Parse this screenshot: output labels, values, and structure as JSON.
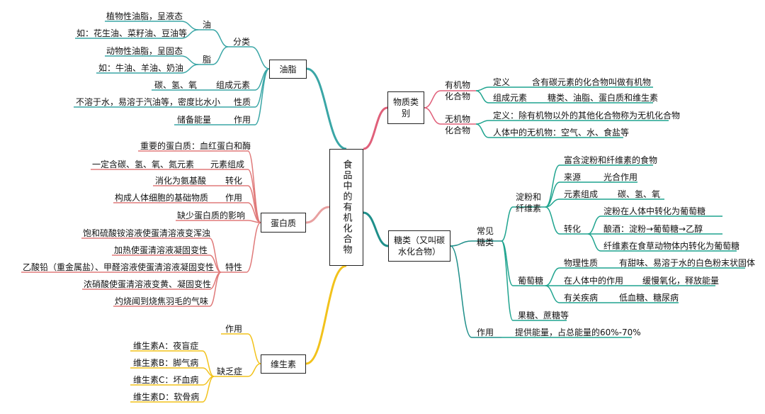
{
  "colors": {
    "lipid": "#3aa6a6",
    "protein": "#e8a0a0",
    "vitamin": "#f2c21b",
    "category": "#e0607a",
    "sugar": "#1f8f8a",
    "leaf": "#1fa48f"
  },
  "root": "食品中的有机化合物",
  "lipid": {
    "title": "油脂",
    "classify": "分类",
    "oil": "油",
    "oil_desc": "植物性油脂，呈液态",
    "oil_example": "如：花生油、菜籽油、豆油等",
    "fat": "脂",
    "fat_desc": "动物性油脂，呈固态",
    "fat_example": "如：牛油、羊油、奶油",
    "composition_label": "组成元素",
    "composition": "碳、氢、氧",
    "property_label": "性质",
    "property": "不溶于水，易溶于汽油等，密度比水小",
    "function_label": "作用",
    "function": "储备能量"
  },
  "protein": {
    "title": "蛋白质",
    "important": "重要的蛋白质：血红蛋白和酶",
    "composition_label": "元素组成",
    "composition": "一定含碳、氢、氧、氮元素",
    "transform_label": "转化",
    "transform": "消化为氨基酸",
    "function_label": "作用",
    "function": "构成人体细胞的基础物质",
    "deficiency": "缺少蛋白质的影响",
    "traits_label": "特性",
    "traits": [
      "饱和硫酸铵溶液使蛋清溶液变浑浊",
      "加热使蛋清溶液凝固变性",
      "乙酸铅（重金属盐）、甲醛溶液使蛋清溶液凝固变性",
      "浓硝酸使蛋清溶液变黄、凝固变性",
      "灼烧闻到烧焦羽毛的气味"
    ]
  },
  "vitamin": {
    "title": "维生素",
    "function_label": "作用",
    "deficiency_label": "缺乏症",
    "deficiencies": [
      "维生素A：夜盲症",
      "维生素B：脚气病",
      "维生素C：坏血病",
      "维生素D：软骨病"
    ]
  },
  "category": {
    "title": "物质类别",
    "organic": "有机物化合物",
    "organic_def_label": "定义",
    "organic_def": "含有碳元素的化合物叫做有机物",
    "organic_elem_label": "组成元素",
    "organic_elem": "糖类、油脂、蛋白质和维生素",
    "inorganic": "无机物化合物",
    "inorganic_def": "定义：除有机物以外的其他化合物称为无机化合物",
    "inorganic_body": "人体中的无机物：空气、水、食盐等"
  },
  "sugar": {
    "title": "糖类（又叫碳水化合物）",
    "common": "常见糖类",
    "starch": "淀粉和纤维素",
    "starch_food": "富含淀粉和纤维素的食物",
    "source_label": "来源",
    "source": "光合作用",
    "elem_label": "元素组成",
    "elem": "碳、氢、氧",
    "transform_label": "转化",
    "transforms": [
      "淀粉在人体中转化为葡萄糖",
      "酿酒：淀粉→葡萄糖→乙醇",
      "纤维素在食草动物体内转化为葡萄糖"
    ],
    "glucose": "葡萄糖",
    "physical_label": "物理性质",
    "physical": "有甜味、易溶于水的白色粉末状固体",
    "body_label": "在人体中的作用",
    "body": "缓慢氧化，释放能量",
    "disease_label": "有关疾病",
    "disease": "低血糖、糖尿病",
    "fructose": "果糖、蔗糖等",
    "function_label": "作用",
    "function": "提供能量，占总能量的60%-70%"
  }
}
